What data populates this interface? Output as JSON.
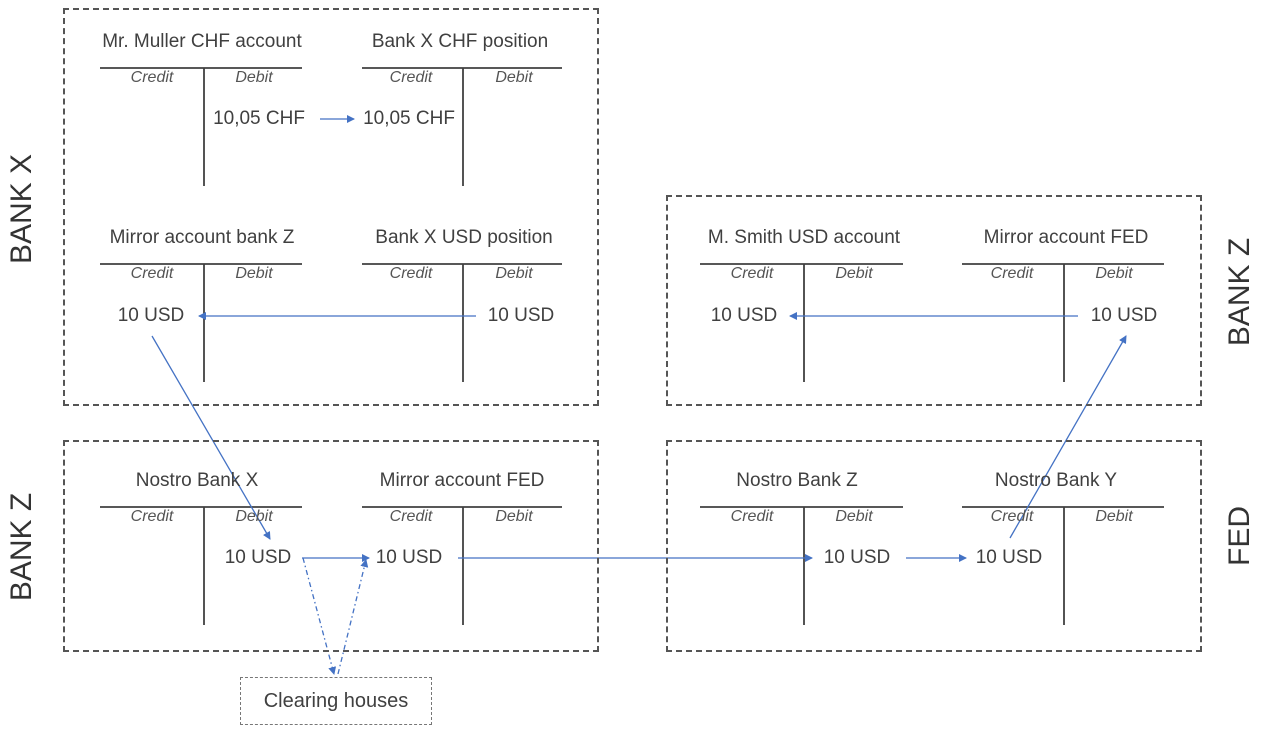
{
  "colors": {
    "arrow": "#4472c4",
    "border": "#555555",
    "text": "#404040"
  },
  "sections": [
    {
      "label": "BANK X"
    },
    {
      "label": "BANK Z"
    },
    {
      "label": "BANK Z"
    },
    {
      "label": "FED"
    }
  ],
  "accounts": [
    {
      "title": "Mr. Muller CHF account",
      "credit": "Credit",
      "debit": "Debit"
    },
    {
      "title": "Bank X CHF position",
      "credit": "Credit",
      "debit": "Debit"
    },
    {
      "title": "Mirror account bank Z",
      "credit": "Credit",
      "debit": "Debit"
    },
    {
      "title": "Bank X USD position",
      "credit": "Credit",
      "debit": "Debit"
    },
    {
      "title": "M. Smith USD account",
      "credit": "Credit",
      "debit": "Debit"
    },
    {
      "title": "Mirror account FED",
      "credit": "Credit",
      "debit": "Debit"
    },
    {
      "title": "Nostro Bank X",
      "credit": "Credit",
      "debit": "Debit"
    },
    {
      "title": "Mirror account FED",
      "credit": "Credit",
      "debit": "Debit"
    },
    {
      "title": "Nostro Bank Z",
      "credit": "Credit",
      "debit": "Debit"
    },
    {
      "title": "Nostro Bank Y",
      "credit": "Credit",
      "debit": "Debit"
    }
  ],
  "amounts": [
    "10,05 CHF",
    "10,05 CHF",
    "10 USD",
    "10 USD",
    "10 USD",
    "10 USD",
    "10 USD",
    "10 USD",
    "10 USD",
    "10 USD"
  ],
  "clearing_label": "Clearing houses"
}
